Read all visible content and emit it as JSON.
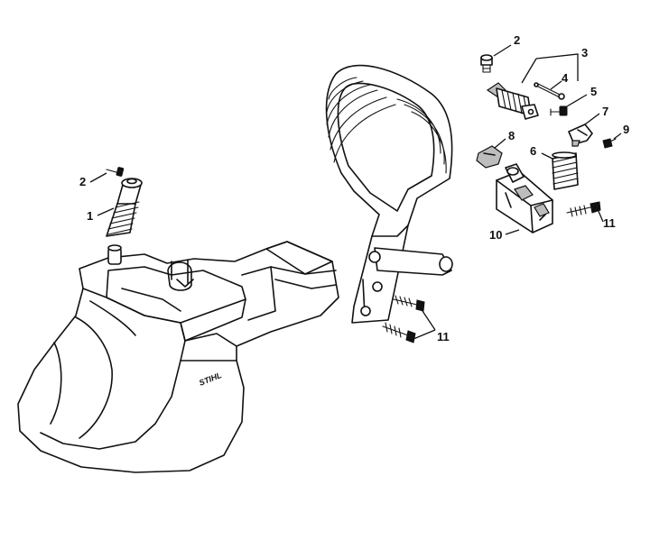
{
  "brand_logo": "STIHL",
  "callouts": [
    {
      "id": "c1",
      "label": "1"
    },
    {
      "id": "c2a",
      "label": "2"
    },
    {
      "id": "c2b",
      "label": "2"
    },
    {
      "id": "c3",
      "label": "3"
    },
    {
      "id": "c4",
      "label": "4"
    },
    {
      "id": "c5",
      "label": "5"
    },
    {
      "id": "c6",
      "label": "6"
    },
    {
      "id": "c7",
      "label": "7"
    },
    {
      "id": "c8",
      "label": "8"
    },
    {
      "id": "c9",
      "label": "9"
    },
    {
      "id": "c10",
      "label": "10"
    },
    {
      "id": "c11a",
      "label": "11"
    },
    {
      "id": "c11b",
      "label": "11"
    }
  ],
  "colors": {
    "line": "#111111",
    "background": "#ffffff",
    "shade": "#bdbdbd"
  }
}
